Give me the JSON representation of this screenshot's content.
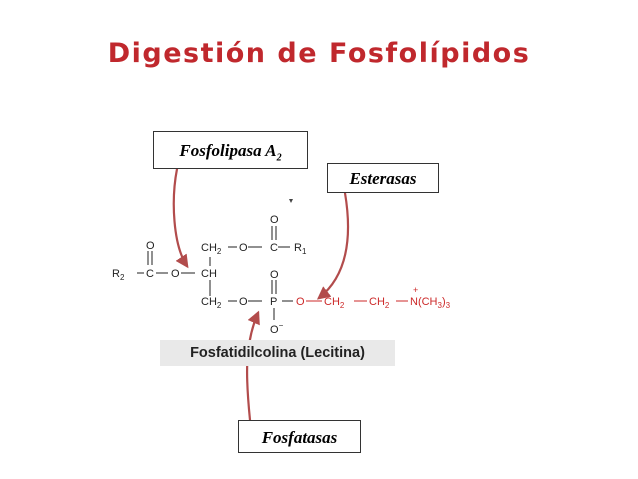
{
  "title": "Digestión de Fosfolípidos",
  "labels": {
    "phospholipase_prefix": "Fosfolipasa A",
    "phospholipase_sub": "2",
    "esterases": "Esterasas",
    "phosphatases": "Fosfatasas",
    "molecule_name": "Fosfatidilcolina (Lecitina)"
  },
  "structure": {
    "ch2": "CH",
    "sub2": "2",
    "ch": "CH",
    "o": "O",
    "c": "C",
    "p": "P",
    "r1": "R",
    "r1_sub": "1",
    "r2": "R",
    "r2_sub": "2",
    "o_minus": "O",
    "minus": "−",
    "plus": "+",
    "n_group": "N(CH",
    "n_sub": "3",
    "n_close": ")",
    "n_close_sub": "3"
  },
  "colors": {
    "title": "#c0282d",
    "arrow": "#b24c4c",
    "black_chem": "#222222",
    "red_chem": "#cc2929",
    "caption_bg": "#e9e9e9"
  }
}
